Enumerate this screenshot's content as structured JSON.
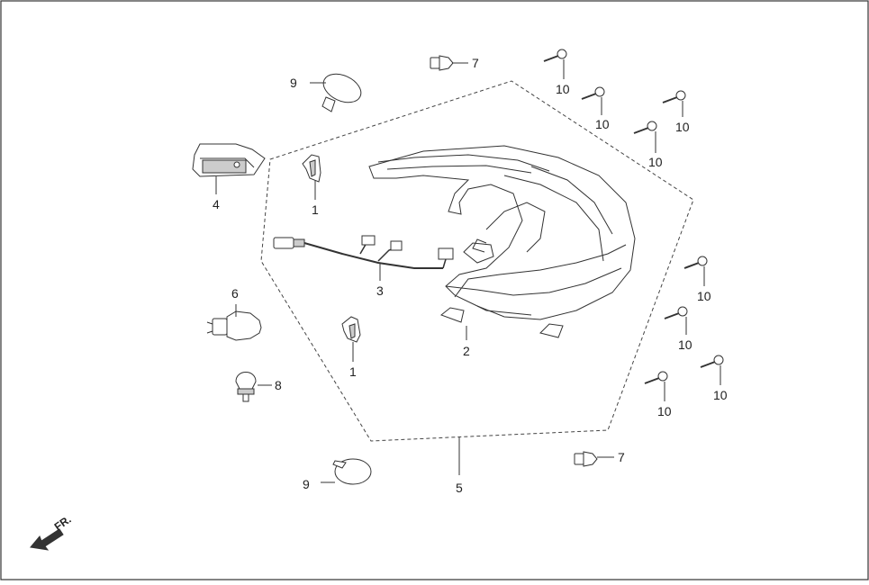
{
  "diagram": {
    "callouts": {
      "c1a": "1",
      "c1b": "1",
      "c2": "2",
      "c3": "3",
      "c4": "4",
      "c5": "5",
      "c6": "6",
      "c7a": "7",
      "c7b": "7",
      "c8": "8",
      "c9a": "9",
      "c9b": "9",
      "c10a": "10",
      "c10b": "10",
      "c10c": "10",
      "c10d": "10",
      "c10e": "10",
      "c10f": "10",
      "c10g": "10",
      "c10h": "10"
    },
    "direction_label": "FR.",
    "colors": {
      "line": "#333333",
      "fill": "#ffffff",
      "shade": "#cccccc",
      "dash": "#444444"
    }
  }
}
